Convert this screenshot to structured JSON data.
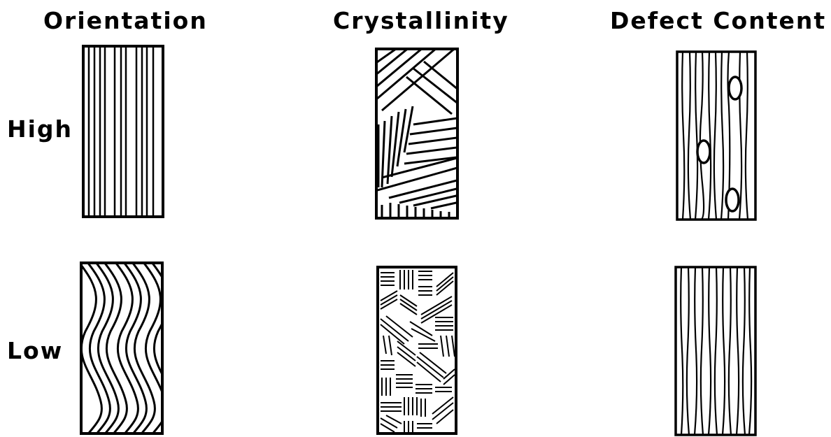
{
  "columns": {
    "orientation": "Orientation",
    "crystallinity": "Crystallinity",
    "defect_content": "Defect Content"
  },
  "rows": {
    "high": "High",
    "low": "Low"
  },
  "colors": {
    "ink": "#000000",
    "paper": "#ffffff"
  }
}
